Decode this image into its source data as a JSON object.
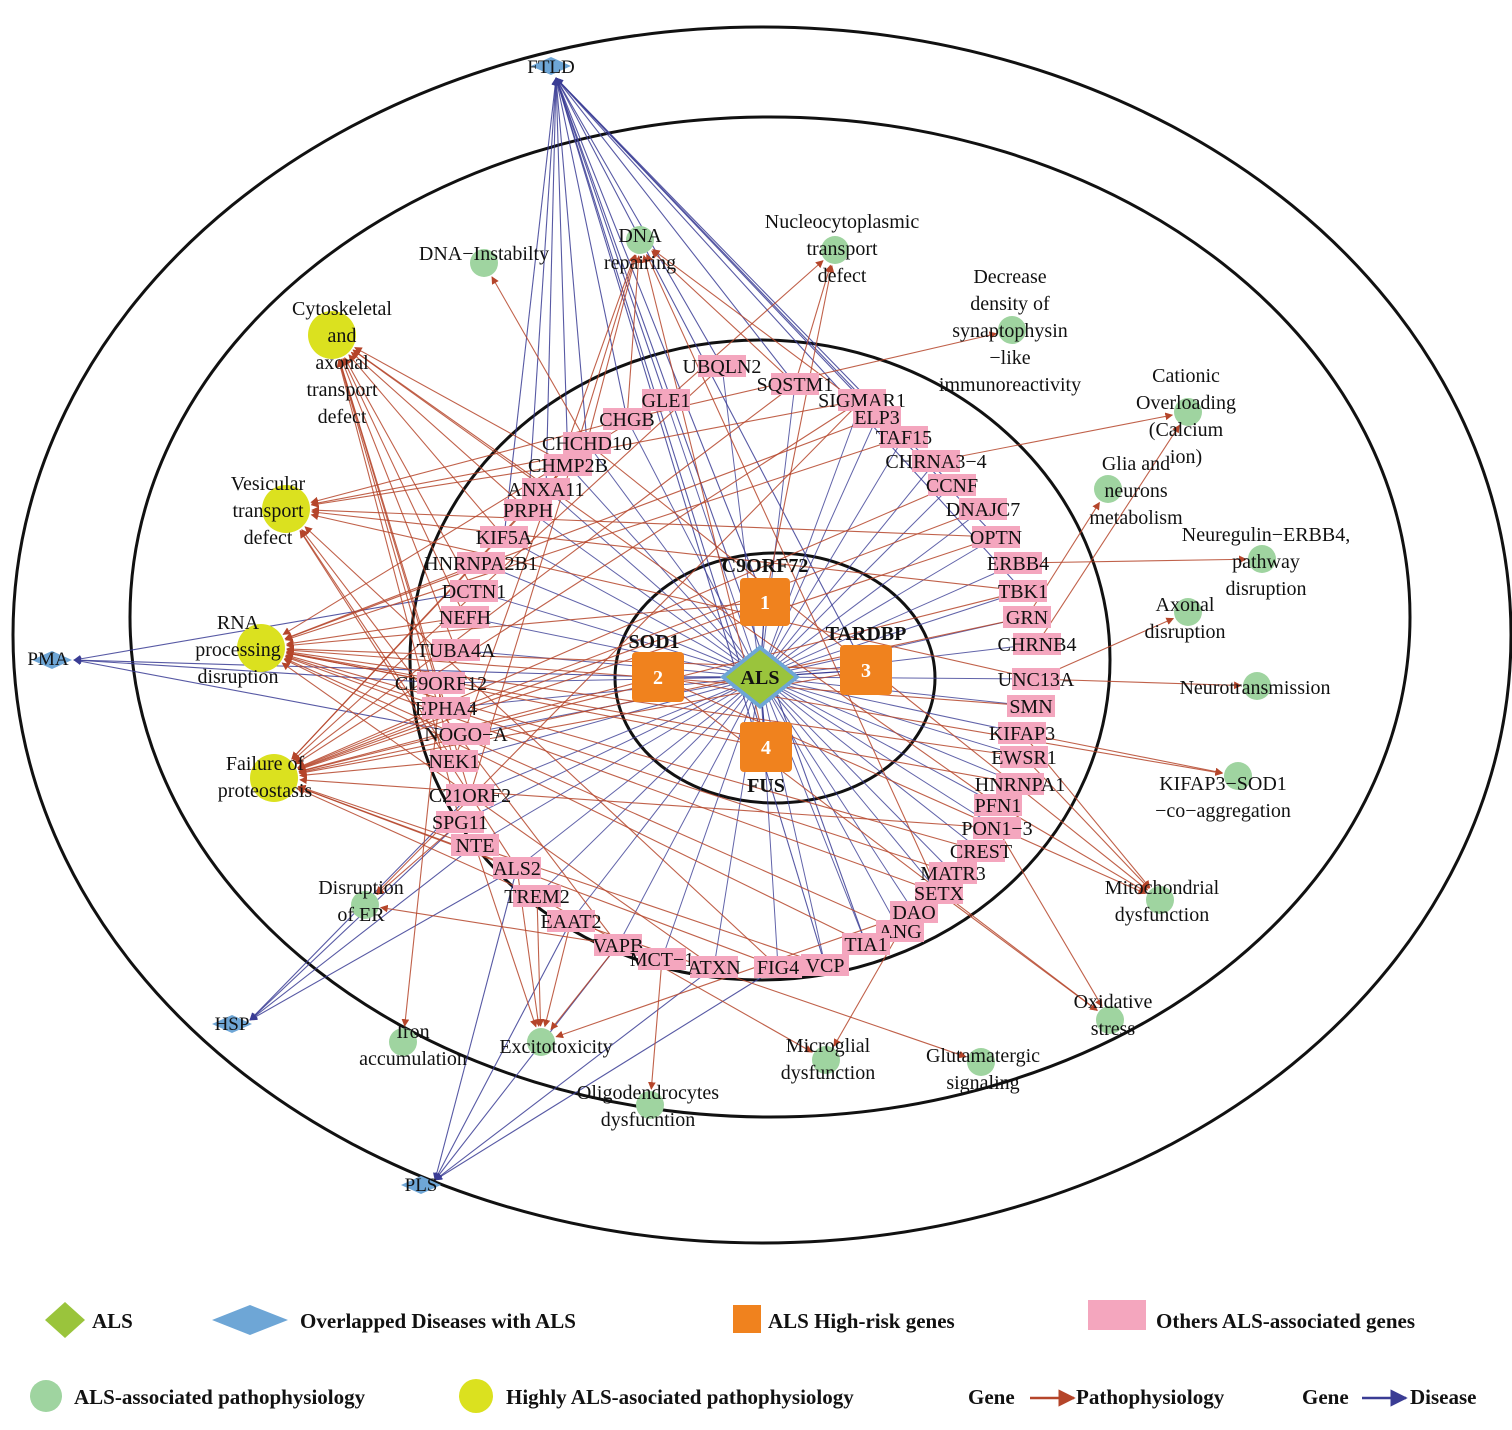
{
  "colors": {
    "als": "#9ac43c",
    "disease": "#6ea6d6",
    "highrisk": "#f0821e",
    "gene": "#f4a6be",
    "patho": "#9fd4a0",
    "patho_high": "#dbe11f",
    "edge_patho": "#b5452a",
    "edge_disease": "#3a3c94",
    "ring": "#111111"
  },
  "center": {
    "label": "ALS"
  },
  "hubs": [
    {
      "id": "c9",
      "num": "1",
      "name": "C9ORF72"
    },
    {
      "id": "sod1",
      "num": "2",
      "name": "SOD1"
    },
    {
      "id": "tardbp",
      "num": "3",
      "name": "TARDBP"
    },
    {
      "id": "fus",
      "num": "4",
      "name": "FUS"
    }
  ],
  "genes": [
    {
      "id": "UBQLN2",
      "label": "UBQLN2"
    },
    {
      "id": "SQSTM1",
      "label": "SQSTM1"
    },
    {
      "id": "SIGMAR1",
      "label": "SIGMAR1"
    },
    {
      "id": "GLE1",
      "label": "GLE1"
    },
    {
      "id": "ELP3",
      "label": "ELP3"
    },
    {
      "id": "CHGB",
      "label": "CHGB"
    },
    {
      "id": "TAF15",
      "label": "TAF15"
    },
    {
      "id": "CHCHD10",
      "label": "CHCHD10"
    },
    {
      "id": "CHRNA3-4",
      "label": "CHRNA3−4"
    },
    {
      "id": "CHMP2B",
      "label": "CHMP2B"
    },
    {
      "id": "CCNF",
      "label": "CCNF"
    },
    {
      "id": "ANXA11",
      "label": "ANXA11"
    },
    {
      "id": "DNAJC7",
      "label": "DNAJC7"
    },
    {
      "id": "PRPH",
      "label": "PRPH"
    },
    {
      "id": "OPTN",
      "label": "OPTN"
    },
    {
      "id": "KIF5A",
      "label": "KIF5A"
    },
    {
      "id": "ERBB4",
      "label": "ERBB4"
    },
    {
      "id": "HNRNPA2B1",
      "label": "HNRNPA2B1"
    },
    {
      "id": "TBK1",
      "label": "TBK1"
    },
    {
      "id": "DCTN1",
      "label": "DCTN1"
    },
    {
      "id": "GRN",
      "label": "GRN"
    },
    {
      "id": "NEFH",
      "label": "NEFH"
    },
    {
      "id": "CHRNB4",
      "label": "CHRNB4"
    },
    {
      "id": "TUBA4A",
      "label": "TUBA4A"
    },
    {
      "id": "UNC13A",
      "label": "UNC13A"
    },
    {
      "id": "C19ORF12",
      "label": "C19ORF12"
    },
    {
      "id": "SMN",
      "label": "SMN"
    },
    {
      "id": "EPHA4",
      "label": "EPHA4"
    },
    {
      "id": "KIFAP3",
      "label": "KIFAP3"
    },
    {
      "id": "NOGO-A",
      "label": "NOGO−A"
    },
    {
      "id": "EWSR1",
      "label": "EWSR1"
    },
    {
      "id": "NEK1",
      "label": "NEK1"
    },
    {
      "id": "HNRNPA1",
      "label": "HNRNPA1"
    },
    {
      "id": "PFN1",
      "label": "PFN1"
    },
    {
      "id": "C21ORF2",
      "label": "C21ORF2"
    },
    {
      "id": "PON1-3",
      "label": "PON1−3"
    },
    {
      "id": "SPG11",
      "label": "SPG11"
    },
    {
      "id": "CREST",
      "label": "CREST"
    },
    {
      "id": "NTE",
      "label": "NTE"
    },
    {
      "id": "MATR3",
      "label": "MATR3"
    },
    {
      "id": "ALS2",
      "label": "ALS2"
    },
    {
      "id": "SETX",
      "label": "SETX"
    },
    {
      "id": "TREM2",
      "label": "TREM2"
    },
    {
      "id": "DAO",
      "label": "DAO"
    },
    {
      "id": "EAAT2",
      "label": "EAAT2"
    },
    {
      "id": "ANG",
      "label": "ANG"
    },
    {
      "id": "VAPB",
      "label": "VAPB"
    },
    {
      "id": "TIA1",
      "label": "TIA1"
    },
    {
      "id": "MCT-1",
      "label": "MCT−1"
    },
    {
      "id": "VCP",
      "label": "VCP"
    },
    {
      "id": "ATXN",
      "label": "ATXN"
    },
    {
      "id": "FIG4",
      "label": "FIG4"
    }
  ],
  "pathophysiology": [
    {
      "id": "dna-instab",
      "lines": [
        "DNA−Instabilty"
      ],
      "high": false
    },
    {
      "id": "dna-repair",
      "lines": [
        "DNA",
        "repairing"
      ],
      "high": false
    },
    {
      "id": "nucleocyto",
      "lines": [
        "Nucleocytoplasmic",
        "transport",
        "defect"
      ],
      "high": false
    },
    {
      "id": "synapto",
      "lines": [
        "Decrease",
        "density of",
        "synaptophysin",
        "−like",
        "immunoreactivity"
      ],
      "high": false
    },
    {
      "id": "cationic",
      "lines": [
        "Cationic",
        "Overloading",
        "(Calcium",
        "ion)"
      ],
      "high": false
    },
    {
      "id": "glia",
      "lines": [
        "Glia and",
        "neurons",
        "metabolism"
      ],
      "high": false
    },
    {
      "id": "neuregulin",
      "lines": [
        "Neuregulin−ERBB4,",
        "pathway",
        "disruption"
      ],
      "high": false
    },
    {
      "id": "axonal",
      "lines": [
        "Axonal",
        "disruption"
      ],
      "high": false
    },
    {
      "id": "neurotrans",
      "lines": [
        "Neurotransmission"
      ],
      "high": false
    },
    {
      "id": "kifap3-sod1",
      "lines": [
        "KIFAP3−SOD1",
        "−co−aggregation"
      ],
      "high": false
    },
    {
      "id": "mito",
      "lines": [
        "Mitochondrial",
        "dysfunction"
      ],
      "high": false
    },
    {
      "id": "oxidative",
      "lines": [
        "Oxidative",
        "stress"
      ],
      "high": false
    },
    {
      "id": "glutamatergic",
      "lines": [
        "Glutamatergic",
        "signaling"
      ],
      "high": false
    },
    {
      "id": "microglial",
      "lines": [
        "Microglial",
        "dysfunction"
      ],
      "high": false
    },
    {
      "id": "oligo",
      "lines": [
        "Oligodendrocytes",
        "dysfucntion"
      ],
      "high": false
    },
    {
      "id": "excito",
      "lines": [
        "Excitotoxicity"
      ],
      "high": false
    },
    {
      "id": "iron",
      "lines": [
        "Iron",
        "accumulation"
      ],
      "high": false
    },
    {
      "id": "er",
      "lines": [
        "Disruption",
        "of ER"
      ],
      "high": false
    },
    {
      "id": "proteostasis",
      "lines": [
        "Failure of",
        "proteostasis"
      ],
      "high": true
    },
    {
      "id": "rna",
      "lines": [
        "RNA",
        "processing",
        "disruption"
      ],
      "high": true
    },
    {
      "id": "vesicular",
      "lines": [
        "Vesicular",
        "transport",
        "defect"
      ],
      "high": true
    },
    {
      "id": "cytoskeletal",
      "lines": [
        "Cytoskeletal",
        "and",
        "axonal",
        "transport",
        "defect"
      ],
      "high": true
    }
  ],
  "diseases": [
    {
      "id": "FTLD",
      "label": "FTLD"
    },
    {
      "id": "PMA",
      "label": "PMA"
    },
    {
      "id": "HSP",
      "label": "HSP"
    },
    {
      "id": "PLS",
      "label": "PLS"
    }
  ],
  "legend": {
    "als": "ALS",
    "overlap": "Overlapped Diseases with ALS",
    "highrisk": "ALS High-risk genes",
    "others": "Others ALS-associated genes",
    "patho": "ALS-associated pathophysiology",
    "patho_high": "Highly ALS-asociated pathophysiology",
    "gp_gene": "Gene",
    "gp_patho": "Pathophysiology",
    "gd_gene": "Gene",
    "gd_disease": "Disease"
  }
}
